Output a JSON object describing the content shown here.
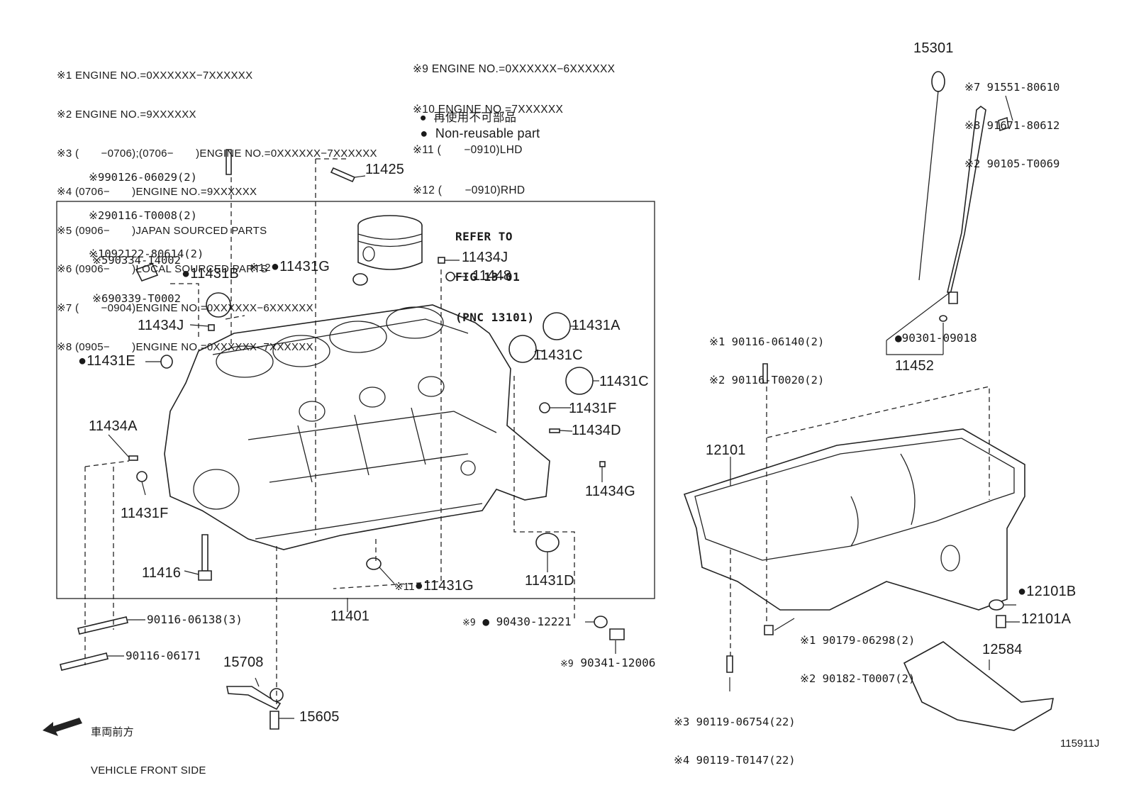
{
  "notes_left": [
    "※1 ENGINE NO.=0XXXXXX−7XXXXXX",
    "※2 ENGINE NO.=9XXXXXX",
    "※3 (       −0706);(0706−       )ENGINE NO.=0XXXXXX−7XXXXXX",
    "※4 (0706−       )ENGINE NO.=9XXXXXX",
    "※5 (0906−       )JAPAN SOURCED PARTS",
    "※6 (0906−       )LOCAL SOURCED PARTS",
    "※7 (       −0904)ENGINE NO.=0XXXXXX−6XXXXXX",
    "※8 (0905−       )ENGINE NO.=0XXXXXX−7XXXXXX"
  ],
  "notes_right": [
    "※9 ENGINE NO.=0XXXXXX−6XXXXXX",
    "※10 ENGINE NO.=7XXXXXX",
    "※11 (       −0910)LHD",
    "※12 (       −0910)RHD"
  ],
  "legend": {
    "jp": "再使用不可部品",
    "en": "Non-reusable part"
  },
  "refer": [
    "REFER TO",
    "FIG 13-01",
    "(PNC 13101)"
  ],
  "stud_top": [
    "※990126-06029(2)",
    "※290116-T0008(2)",
    "※1092122-80614(2)"
  ],
  "sensor_refs": [
    "※590334-14002",
    "※690339-T0002"
  ],
  "labels": {
    "p11425": "11425",
    "p11431B": "11431B",
    "p11431G_top": "11431G",
    "p11431G_top_note": "※12",
    "p11434J_top": "11434J",
    "p11448": "11448",
    "p11434J_left": "11434J",
    "p11431A": "11431A",
    "p11431C_1": "11431C",
    "p11431C_2": "11431C",
    "p11431E": "11431E",
    "p11431F_right": "11431F",
    "p11434D": "11434D",
    "p11434A": "11434A",
    "p11434G": "11434G",
    "p11431F_left": "11431F",
    "p11416": "11416",
    "p11431D": "11431D",
    "p11431G_bot": "11431G",
    "p11431G_bot_note": "※11",
    "p11401": "11401",
    "p90116_06138": "90116-06138(3)",
    "p90116_06171": "90116-06171",
    "p15708": "15708",
    "p15605": "15605",
    "p90430_note": "※9",
    "p90430": "90430-12221",
    "p90341_note": "※9",
    "p90341": "90341-12006",
    "p15301": "15301",
    "p11452": "11452",
    "p90301": "90301-09018",
    "p12101": "12101",
    "p12101B": "12101B",
    "p12101A": "12101A",
    "p12584": "12584",
    "figure_id": "115911J"
  },
  "gauge_refs": [
    "※7 91551-80610",
    "※8 91671-80612",
    "※2 90105-T0069"
  ],
  "pan_stud_refs": [
    "※1 90116-06140(2)",
    "※2 90116-T0020(2)"
  ],
  "pan_plug_refs": [
    "※1 90179-06298(2)",
    "※2 90182-T0007(2)"
  ],
  "pan_bolt_refs": [
    "※3 90119-06754(22)",
    "※4 90119-T0147(22)"
  ],
  "front": {
    "jp": "車両前方",
    "en": "VEHICLE FRONT SIDE"
  }
}
